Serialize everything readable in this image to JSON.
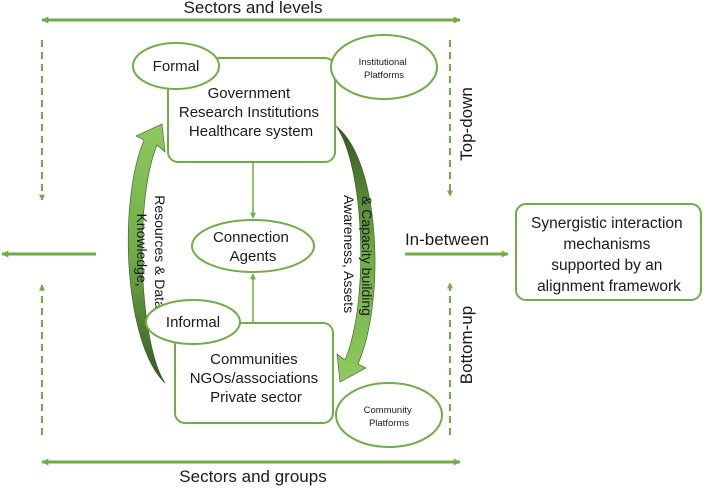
{
  "colors": {
    "accent": "#70ad47",
    "arrow_dark": "#375623",
    "text": "#1a1a1a"
  },
  "top_label": "Sectors and levels",
  "bottom_label": "Sectors and groups",
  "left_side_label": "Top-down",
  "right_side_label": "Bottom-up",
  "middle_label": "In-between",
  "formal": {
    "tag": "Formal",
    "lines": [
      "Government",
      "Research Institutions",
      "Healthcare system"
    ]
  },
  "institutional_platforms": [
    "Institutional",
    "Platforms"
  ],
  "connection_agents": [
    "Connection",
    "Agents"
  ],
  "informal": {
    "tag": "Informal",
    "lines": [
      "Communities",
      "NGOs/associations",
      "Private sector"
    ]
  },
  "community_platforms": [
    "Community",
    "Platforms"
  ],
  "left_arc_label": [
    "Knowledge,",
    "Resources & Data"
  ],
  "right_arc_label": [
    "Awareness, Assets",
    "& Capacity building"
  ],
  "outcome": [
    "Synergistic interaction",
    "mechanisms",
    "supported by an",
    "alignment framework"
  ]
}
